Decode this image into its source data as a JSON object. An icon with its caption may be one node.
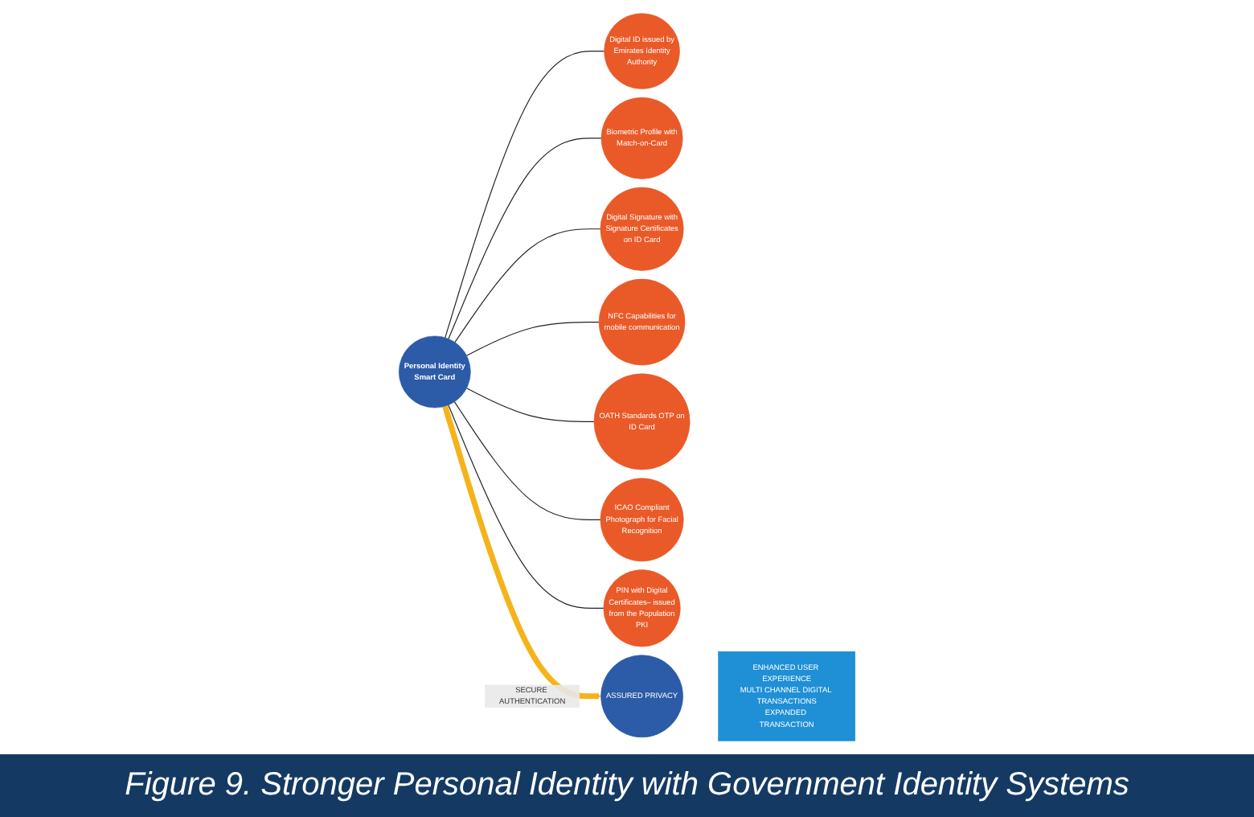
{
  "diagram": {
    "caption": "Figure 9. Stronger Personal Identity with Government Identity Systems",
    "nodes": [
      {
        "text": [
          "Personal Identity",
          "Smart Card"
        ]
      },
      {
        "text": [
          "Digital ID issued by Emirates Identity Authority"
        ]
      },
      {
        "text": [
          "Biometric Profile with Match-on-Card"
        ]
      },
      {
        "text": [
          "Digital Signature with Signature Certificates on ID Card"
        ]
      },
      {
        "text": [
          "NFC Capabilities for mobile communication"
        ]
      },
      {
        "text": [
          "OATH Standards OTP on ID Card"
        ]
      },
      {
        "text": [
          "ICAO Compliant Photograph for Facial Recognition"
        ]
      },
      {
        "text": [
          "PIN with Digital Certificates– issued from the Population PKI"
        ]
      },
      {
        "text": [
          "ASSURED PRIVACY"
        ]
      },
      {
        "text": [
          "ENHANCED USER EXPERIENCE",
          "MULTI CHANNEL DIGITAL TRANSACTIONS",
          "EXPANDED TRANSACTION"
        ]
      }
    ],
    "edges": [
      {
        "from": 0,
        "to": 1,
        "arrow": "none"
      },
      {
        "from": 0,
        "to": 2,
        "arrow": "none"
      },
      {
        "from": 0,
        "to": 3,
        "arrow": "none"
      },
      {
        "from": 0,
        "to": 4,
        "arrow": "none"
      },
      {
        "from": 0,
        "to": 5,
        "arrow": "none"
      },
      {
        "from": 0,
        "to": 6,
        "arrow": "none"
      },
      {
        "from": 0,
        "to": 7,
        "arrow": "none"
      },
      {
        "from": 0,
        "to": 8,
        "arrow": "to",
        "label": "SECURE AUTHENTICATION",
        "style": "thick",
        "color": "#f5b31b"
      }
    ]
  }
}
